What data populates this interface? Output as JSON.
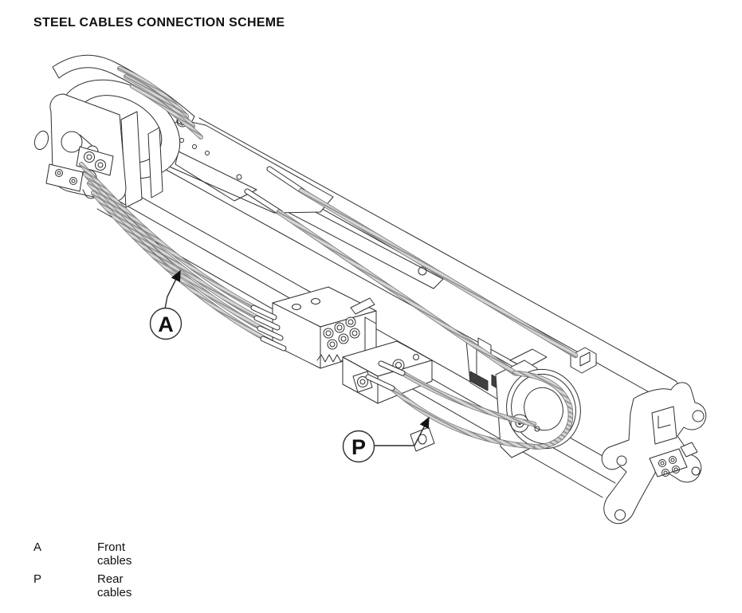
{
  "title": "STEEL CABLES CONNECTION SCHEME",
  "callouts": {
    "a": {
      "letter": "A"
    },
    "p": {
      "letter": "P"
    }
  },
  "legend": {
    "items": [
      {
        "key": "A",
        "label": "Front cables"
      },
      {
        "key": "P",
        "label": "Rear cables"
      }
    ]
  },
  "colors": {
    "line": "#2f2f2f",
    "cable_hatch": "#8f8f8f",
    "cable_base": "#d6d6d6",
    "slot_dark": "#3f3f3f",
    "background": "#ffffff",
    "text": "#111111"
  }
}
